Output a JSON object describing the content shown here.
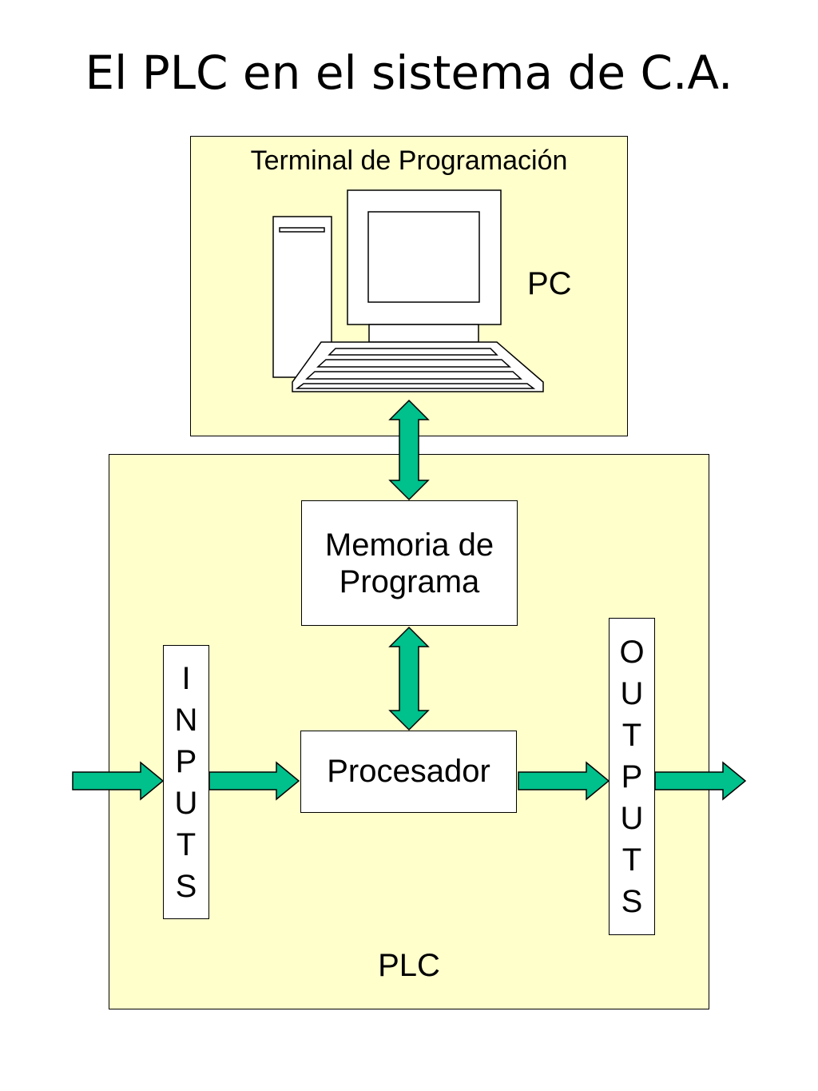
{
  "title": "El PLC en el sistema de C.A.",
  "terminal": {
    "label": "Terminal de Programación",
    "pc_label": "PC"
  },
  "plc": {
    "label": "PLC",
    "memoria_line1": "Memoria de",
    "memoria_line2": "Programa",
    "procesador": "Procesador",
    "inputs_letters": [
      "I",
      "N",
      "P",
      "U",
      "T",
      "S"
    ],
    "outputs_letters": [
      "O",
      "U",
      "T",
      "P",
      "U",
      "T",
      "S"
    ]
  },
  "colors": {
    "panel_fill": "#ffffcc",
    "arrow_fill": "#00c08b"
  },
  "icons": {
    "computer": "desktop-computer-icon"
  }
}
